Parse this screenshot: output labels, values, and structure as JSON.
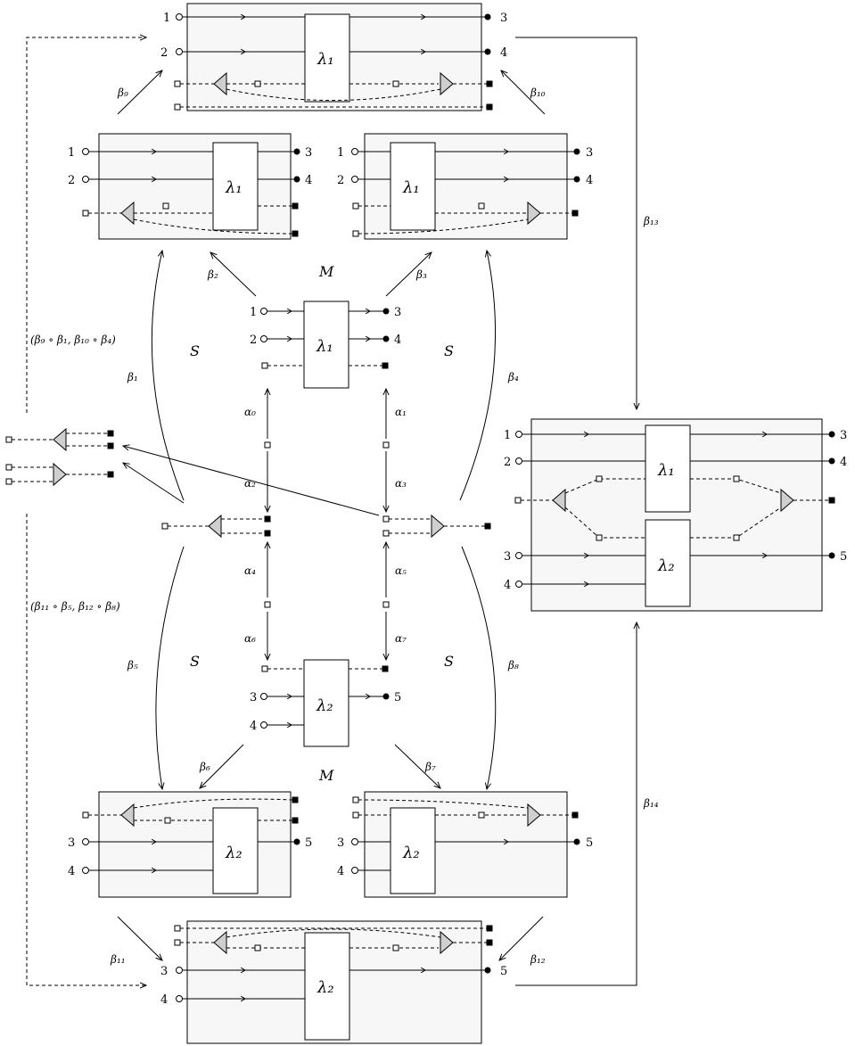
{
  "lambda1": "λ₁",
  "lambda2": "λ₂",
  "M": "M",
  "S": "S",
  "port1": "1",
  "port2": "2",
  "port3": "3",
  "port4": "4",
  "port5": "5",
  "alpha": {
    "a0": "α₀",
    "a1": "α₁",
    "a2": "α₂",
    "a3": "α₃",
    "a4": "α₄",
    "a5": "α₅",
    "a6": "α₆",
    "a7": "α₇"
  },
  "beta": {
    "b1": "β₁",
    "b2": "β₂",
    "b3": "β₃",
    "b4": "β₄",
    "b5": "β₅",
    "b6": "β₆",
    "b7": "β₇",
    "b8": "β₈",
    "b9": "β₉",
    "b10": "β₁₀",
    "b11": "β₁₁",
    "b12": "β₁₂",
    "b13": "β₁₃",
    "b14": "β₁₄"
  },
  "compose_top": "(β₉ ∘ β₁, β₁₀ ∘ β₄)",
  "compose_bottom": "(β₁₁ ∘ β₅, β₁₂ ∘ β₈)"
}
